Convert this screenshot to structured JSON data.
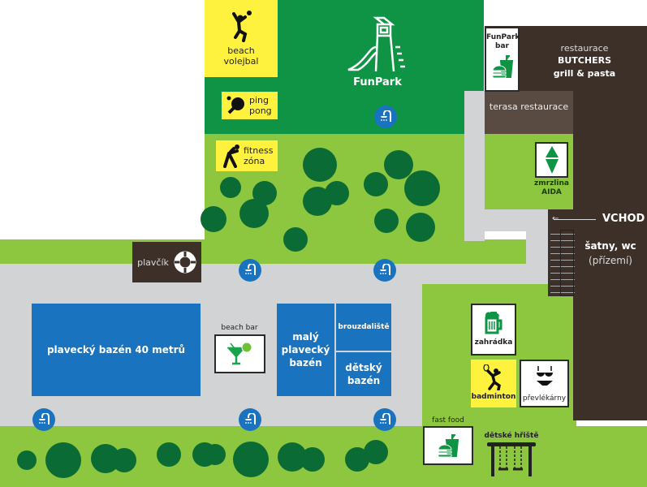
{
  "funpark": {
    "title": "FunPark"
  },
  "sports": {
    "beach_volleyball": "beach volejbal",
    "ping_pong": "ping pong",
    "fitness": "fitness zóna",
    "badminton": "badminton"
  },
  "buildings": {
    "funpark_bar": "FunPark bar",
    "restaurant_line1": "restaurace",
    "restaurant_line2": "BUTCHERS",
    "restaurant_line3": "grill & pasta",
    "terrace": "terasa restaurace",
    "ice_cream": "zmrzlina AIDA",
    "entrance": "VCHOD",
    "changing_line1": "šatny, wc",
    "changing_line2": "(přízemí)",
    "lifeguard": "plavčík"
  },
  "pools": {
    "main": "plavecký bazén 40 metrů",
    "small": "malý plavecký bazén",
    "wading": "brouzdaliště",
    "kids": "dětský bazén"
  },
  "amenities": {
    "beach_bar": "beach bar",
    "garden": "zahrádka",
    "changing_rooms": "převlékárny",
    "fast_food": "fast food",
    "playground": "dětské hřiště"
  },
  "colors": {
    "dark_green": "#0e9444",
    "light_green": "#8dc63f",
    "path": "#d1d3d4",
    "building": "#3c3029",
    "pool": "#1a73be",
    "sport": "#fff23f"
  }
}
